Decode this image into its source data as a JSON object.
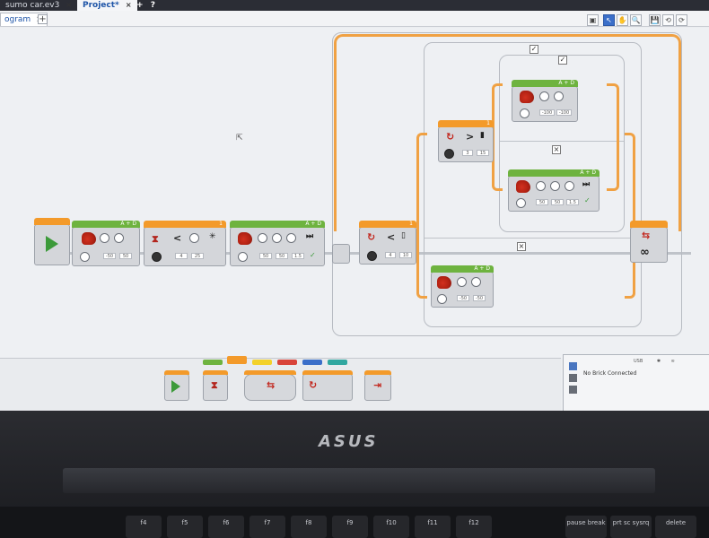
{
  "project_tabs": [
    {
      "label": "sumo car.ev3",
      "close": "×",
      "active": false
    },
    {
      "label": "Project*",
      "close": "×",
      "active": true
    }
  ],
  "project_add": "+",
  "help_label": "?",
  "program_tab": {
    "label": "ogram",
    "close": "×"
  },
  "add_program": "+",
  "toolbar": [
    "▣",
    "↖",
    "✋",
    "🔍",
    "💾",
    "⟲",
    "⟳"
  ],
  "block_ports": {
    "move1": "A + D",
    "wait": "1",
    "move2": "A + D",
    "switch1": "1",
    "switch2": "1",
    "moveA": "A + D",
    "moveB": "A + D",
    "moveC": "A + D"
  },
  "block_values": {
    "move1": [
      "-50",
      "50"
    ],
    "wait": [
      "4",
      "25"
    ],
    "move2": [
      "50",
      "50",
      "1.5"
    ],
    "switch1": [
      "4",
      "10"
    ],
    "switch2": [
      "3",
      "15"
    ],
    "moveA": [
      "-100",
      "-100"
    ],
    "moveB": [
      "50",
      "50",
      "1.5"
    ],
    "moveC": [
      "-50",
      "-50"
    ]
  },
  "compare": {
    "lt1": "<",
    "lt2": "<",
    "gt": ">"
  },
  "case_marks": {
    "check1": "✓",
    "check2": "✓",
    "cross1": "×",
    "cross2": "×"
  },
  "loop_mark": "∞",
  "palette_colors": [
    "#6eb33f",
    "#f39a2a",
    "#f3d12a",
    "#d9443a",
    "#3b6fc9",
    "#31a7a0"
  ],
  "console": {
    "header": [
      "USB",
      "",
      ""
    ],
    "status": "No Brick Connected"
  },
  "laptop": {
    "logo": "ASUS",
    "keys": [
      "f4",
      "f5",
      "f6",
      "f7",
      "f8",
      "f9",
      "f10",
      "f11",
      "f12",
      "pause break",
      "prt sc sysrq",
      "delete"
    ]
  }
}
